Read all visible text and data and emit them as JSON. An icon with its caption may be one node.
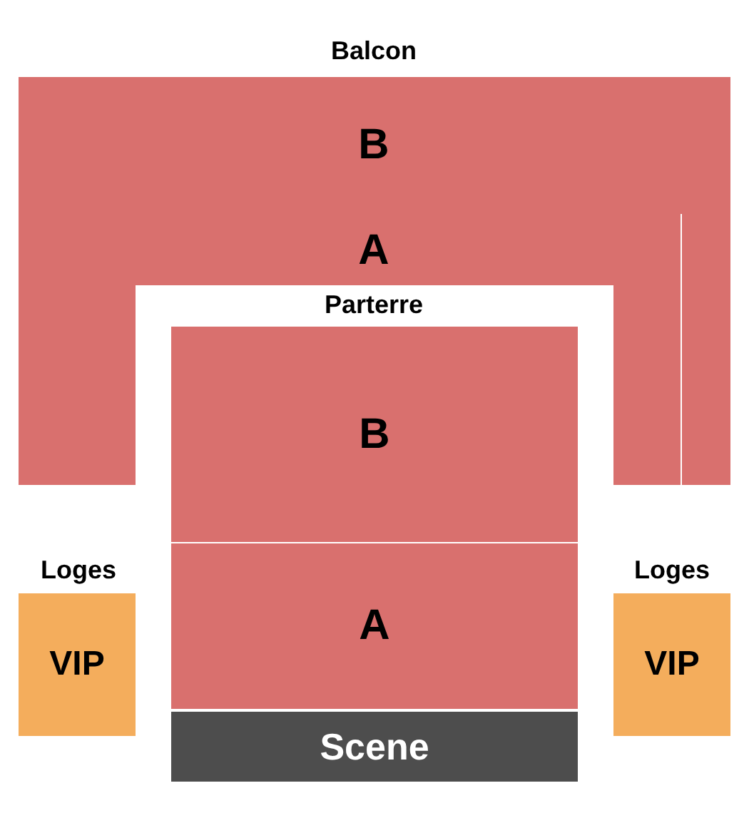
{
  "diagram": {
    "nodes": [
      {
        "text": [
          "B"
        ]
      },
      {
        "text": [
          "A"
        ]
      },
      {
        "text": [
          "B"
        ]
      },
      {
        "text": [
          "A"
        ]
      },
      {
        "text": [
          "Scene"
        ]
      },
      {
        "text": [
          "VIP"
        ]
      },
      {
        "text": [
          "VIP"
        ]
      }
    ],
    "edges": [],
    "labels": [
      "Balcon",
      "Parterre",
      "Loges",
      "Loges"
    ]
  }
}
